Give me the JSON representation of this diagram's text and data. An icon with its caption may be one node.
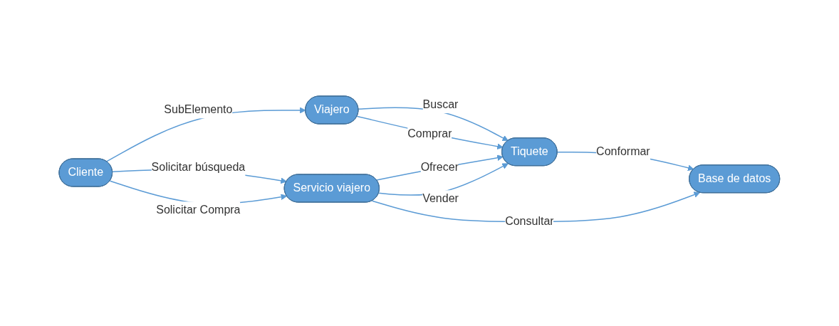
{
  "diagram": {
    "nodes": [
      {
        "text": [
          "Viajero"
        ]
      },
      {
        "text": [
          "Cliente"
        ]
      },
      {
        "text": [
          "Tiquete"
        ]
      },
      {
        "text": [
          "Servicio viajero"
        ]
      },
      {
        "text": [
          "Base de datos"
        ]
      }
    ],
    "edges": [
      {
        "from": 0,
        "to": 2,
        "label": "Buscar",
        "arrow": "to"
      },
      {
        "from": 0,
        "to": 2,
        "label": "Comprar",
        "arrow": "to"
      },
      {
        "from": 2,
        "to": 4,
        "label": "Conformar",
        "arrow": "to"
      },
      {
        "from": 1,
        "to": 0,
        "label": "SubElemento",
        "arrow": "to"
      },
      {
        "from": 1,
        "to": 3,
        "label": "Solicitar búsqueda",
        "arrow": "to"
      },
      {
        "from": 1,
        "to": 3,
        "label": "Solicitar Compra",
        "arrow": "to"
      },
      {
        "from": 3,
        "to": 2,
        "label": "Ofrecer",
        "arrow": "to"
      },
      {
        "from": 3,
        "to": 2,
        "label": "Vender",
        "arrow": "to"
      },
      {
        "from": 3,
        "to": 4,
        "label": "Consultar",
        "arrow": "to"
      }
    ]
  }
}
